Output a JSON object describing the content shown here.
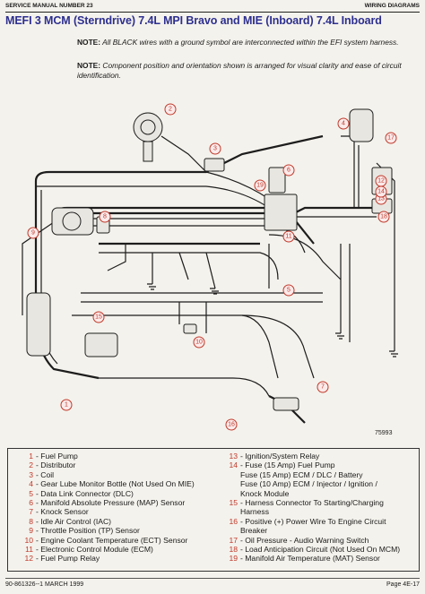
{
  "header": {
    "left": "SERVICE MANUAL NUMBER 23",
    "right": "WIRING DIAGRAMS"
  },
  "title": "MEFI 3 MCM (Sterndrive) 7.4L MPI Bravo and MIE (Inboard) 7.4L Inboard",
  "notes": [
    {
      "label": "NOTE:",
      "text": "All BLACK wires with a ground symbol are interconnected within the EFI system harness."
    },
    {
      "label": "NOTE:",
      "text": "Component position and orientation shown is arranged for visual clarity and ease of circuit identification."
    }
  ],
  "figure_number": "75993",
  "legend_left": [
    {
      "num": "1",
      "text": "- Fuel Pump"
    },
    {
      "num": "2",
      "text": "- Distributor"
    },
    {
      "num": "3",
      "text": "- Coil"
    },
    {
      "num": "4",
      "text": "- Gear Lube Monitor Bottle (Not Used On MIE)"
    },
    {
      "num": "5",
      "text": "- Data Link Connector (DLC)"
    },
    {
      "num": "6",
      "text": "- Manifold Absolute Pressure (MAP) Sensor"
    },
    {
      "num": "7",
      "text": "- Knock Sensor"
    },
    {
      "num": "8",
      "text": "- Idle Air Control (IAC)"
    },
    {
      "num": "9",
      "text": "- Throttle Position (TP) Sensor"
    },
    {
      "num": "10",
      "text": "- Engine Coolant Temperature (ECT) Sensor"
    },
    {
      "num": "11",
      "text": "- Electronic Control Module (ECM)"
    },
    {
      "num": "12",
      "text": "- Fuel Pump Relay"
    }
  ],
  "legend_right": [
    {
      "num": "13",
      "text": "- Ignition/System Relay"
    },
    {
      "num": "14",
      "text": "- Fuse (15 Amp) Fuel Pump"
    },
    {
      "num": "",
      "text": "Fuse (15 Amp) ECM / DLC / Battery"
    },
    {
      "num": "",
      "text": "Fuse (10 Amp) ECM / Injector / Ignition /"
    },
    {
      "num": "",
      "text": "Knock Module"
    },
    {
      "num": "15",
      "text": "- Harness Connector To Starting/Charging"
    },
    {
      "num": "",
      "text": "Harness"
    },
    {
      "num": "16",
      "text": "- Positive (+) Power Wire To Engine Circuit"
    },
    {
      "num": "",
      "text": "Breaker"
    },
    {
      "num": "17",
      "text": "- Oil Pressure - Audio Warning Switch"
    },
    {
      "num": "18",
      "text": "- Load Anticipation Circuit (Not Used On MCM)"
    },
    {
      "num": "19",
      "text": "- Manifold Air Temperature (MAT) Sensor"
    }
  ],
  "callouts": [
    "1",
    "2",
    "3",
    "4",
    "5",
    "6",
    "7",
    "8",
    "9",
    "10",
    "11",
    "12",
    "13",
    "14",
    "15",
    "16",
    "17",
    "18",
    "19"
  ],
  "footer": {
    "left": "90-861326--1   MARCH 1999",
    "right": "Page 4E-17"
  }
}
